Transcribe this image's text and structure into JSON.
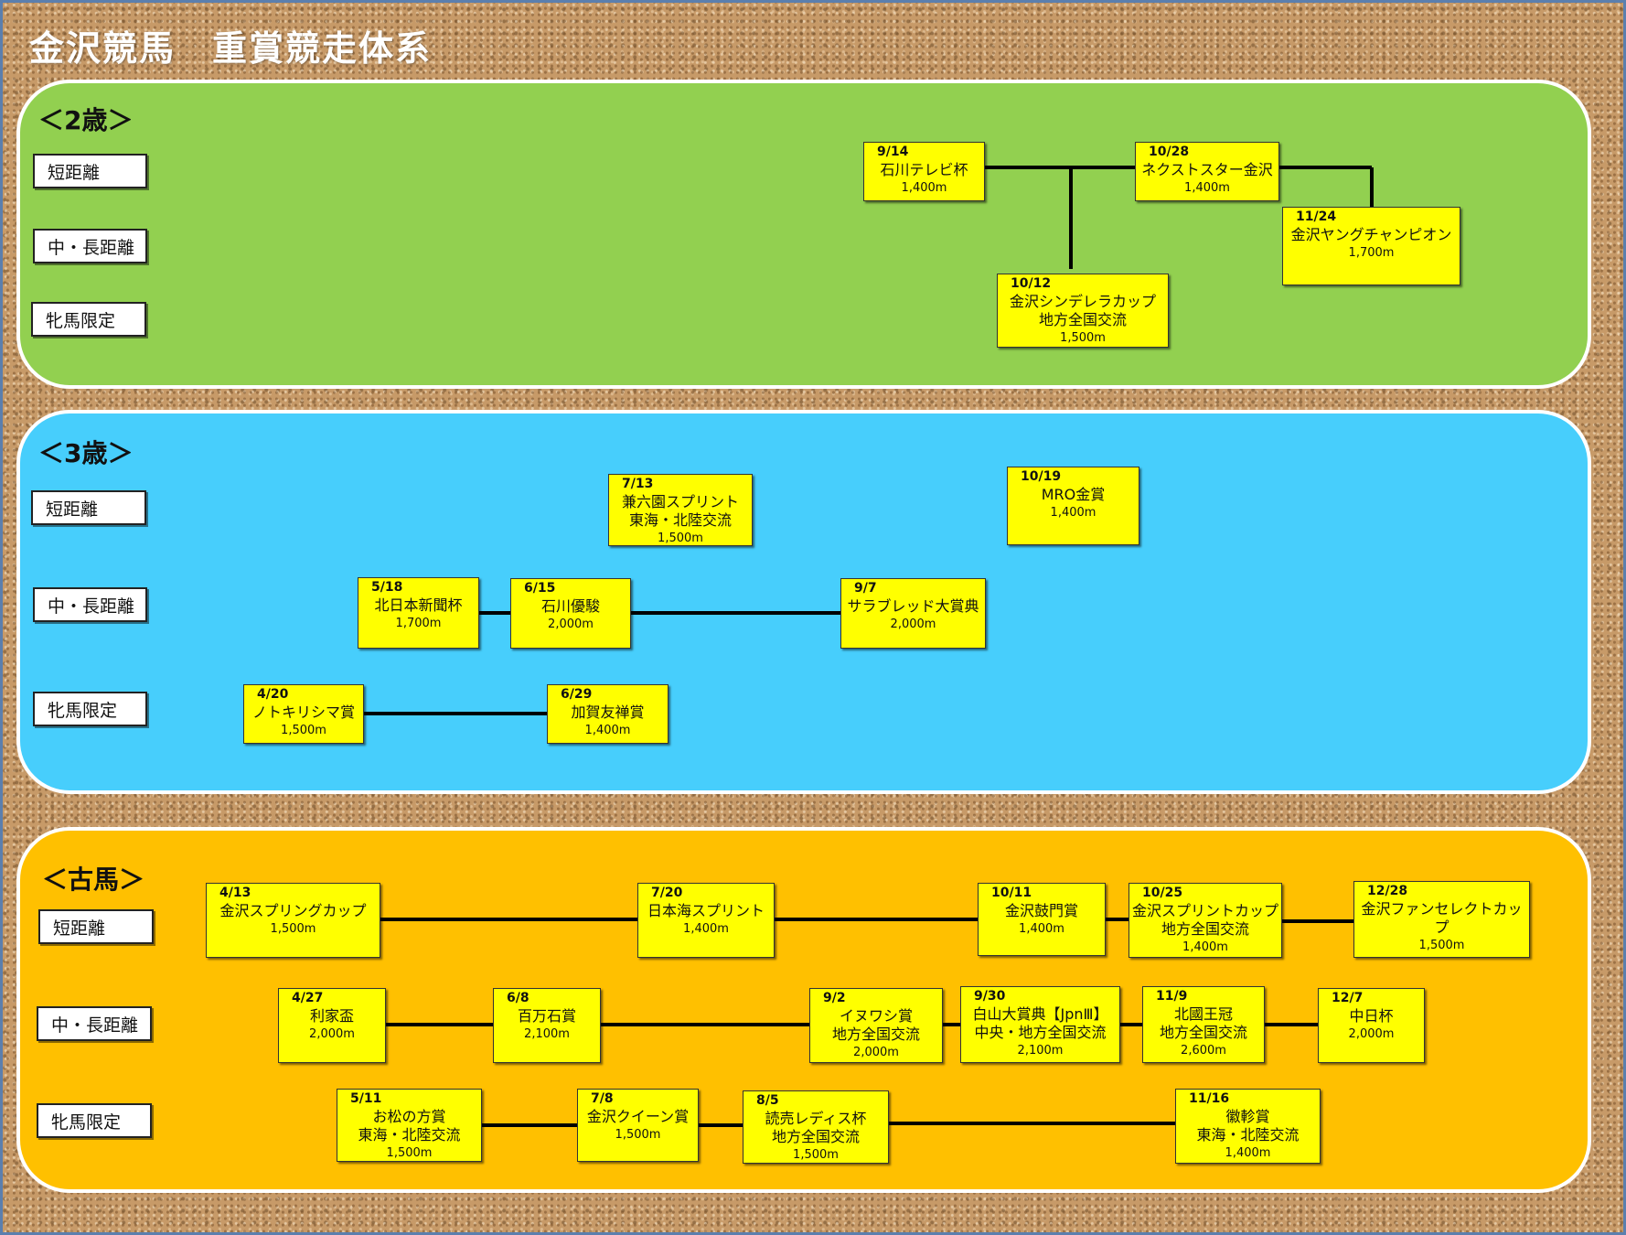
{
  "title": "金沢競馬　重賞競走体系",
  "colors": {
    "age2": "#92d050",
    "age3": "#47cefc",
    "old": "#ffc000",
    "race": "#ffff00"
  },
  "sections": {
    "age2": {
      "label": "＜2歳＞",
      "categories": [
        "短距離",
        "中・長距離",
        "牝馬限定"
      ]
    },
    "age3": {
      "label": "＜3歳＞",
      "categories": [
        "短距離",
        "中・長距離",
        "牝馬限定"
      ]
    },
    "old": {
      "label": "＜古馬＞",
      "categories": [
        "短距離",
        "中・長距離",
        "牝馬限定"
      ]
    }
  },
  "races": {
    "r1": {
      "date": "9/14",
      "name": "石川テレビ杯",
      "sub": "",
      "dist": "1,400m"
    },
    "r2": {
      "date": "10/28",
      "name": "ネクストスター金沢",
      "sub": "",
      "dist": "1,400m"
    },
    "r3": {
      "date": "11/24",
      "name": "金沢ヤングチャンピオン",
      "sub": "",
      "dist": "1,700m"
    },
    "r4": {
      "date": "10/12",
      "name": "金沢シンデレラカップ",
      "sub": "地方全国交流",
      "dist": "1,500m"
    },
    "r5": {
      "date": "7/13",
      "name": "兼六園スプリント",
      "sub": "東海・北陸交流",
      "dist": "1,500m"
    },
    "r6": {
      "date": "10/19",
      "name": "MRO金賞",
      "sub": "",
      "dist": "1,400m"
    },
    "r7": {
      "date": "5/18",
      "name": "北日本新聞杯",
      "sub": "",
      "dist": "1,700m"
    },
    "r8": {
      "date": "6/15",
      "name": "石川優駿",
      "sub": "",
      "dist": "2,000m"
    },
    "r9": {
      "date": "9/7",
      "name": "サラブレッド大賞典",
      "sub": "",
      "dist": "2,000m"
    },
    "r10": {
      "date": "4/20",
      "name": "ノトキリシマ賞",
      "sub": "",
      "dist": "1,500m"
    },
    "r11": {
      "date": "6/29",
      "name": "加賀友禅賞",
      "sub": "",
      "dist": "1,400m"
    },
    "r12": {
      "date": "4/13",
      "name": "金沢スプリングカップ",
      "sub": "",
      "dist": "1,500m"
    },
    "r13": {
      "date": "7/20",
      "name": "日本海スプリント",
      "sub": "",
      "dist": "1,400m"
    },
    "r14": {
      "date": "10/11",
      "name": "金沢鼓門賞",
      "sub": "",
      "dist": "1,400m"
    },
    "r15": {
      "date": "10/25",
      "name": "金沢スプリントカップ",
      "sub": "地方全国交流",
      "dist": "1,400m"
    },
    "r16": {
      "date": "12/28",
      "name": "金沢ファンセレクトカップ",
      "sub": "",
      "dist": "1,500m"
    },
    "r17": {
      "date": "4/27",
      "name": "利家盃",
      "sub": "",
      "dist": "2,000m"
    },
    "r18": {
      "date": "6/8",
      "name": "百万石賞",
      "sub": "",
      "dist": "2,100m"
    },
    "r19": {
      "date": "9/2",
      "name": "イヌワシ賞",
      "sub": "地方全国交流",
      "dist": "2,000m"
    },
    "r20": {
      "date": "9/30",
      "name": "白山大賞典【JpnⅢ】",
      "sub": "中央・地方全国交流",
      "dist": "2,100m"
    },
    "r21": {
      "date": "11/9",
      "name": "北國王冠",
      "sub": "地方全国交流",
      "dist": "2,600m"
    },
    "r22": {
      "date": "12/7",
      "name": "中日杯",
      "sub": "",
      "dist": "2,000m"
    },
    "r23": {
      "date": "5/11",
      "name": "お松の方賞",
      "sub": "東海・北陸交流",
      "dist": "1,500m"
    },
    "r24": {
      "date": "7/8",
      "name": "金沢クイーン賞",
      "sub": "",
      "dist": "1,500m"
    },
    "r25": {
      "date": "8/5",
      "name": "読売レディス杯",
      "sub": "地方全国交流",
      "dist": "1,500m"
    },
    "r26": {
      "date": "11/16",
      "name": "徽軫賞",
      "sub": "東海・北陸交流",
      "dist": "1,400m"
    }
  }
}
